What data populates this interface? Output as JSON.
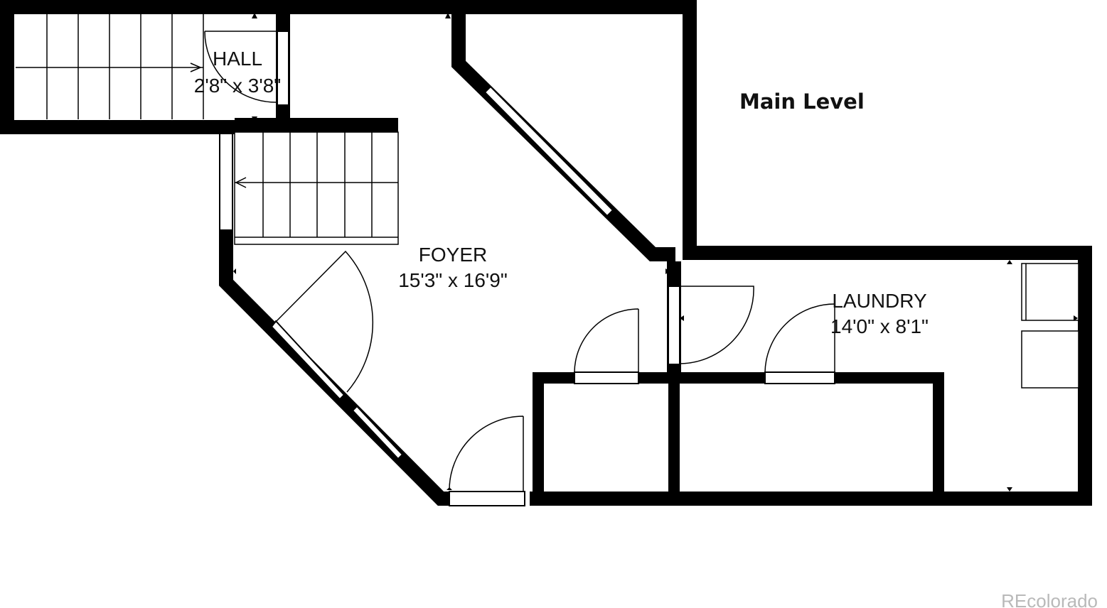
{
  "level_title": "Main Level",
  "rooms": {
    "hall": {
      "name": "HALL",
      "dimensions": "2'8\" x 3'8\""
    },
    "foyer": {
      "name": "FOYER",
      "dimensions": "15'3\" x 16'9\""
    },
    "laundry": {
      "name": "LAUNDRY",
      "dimensions": "14'0\" x 8'1\""
    }
  },
  "watermark": "REcolorado",
  "colors": {
    "wall": "#000000",
    "background": "#ffffff",
    "watermark": "#b9b9b9"
  }
}
